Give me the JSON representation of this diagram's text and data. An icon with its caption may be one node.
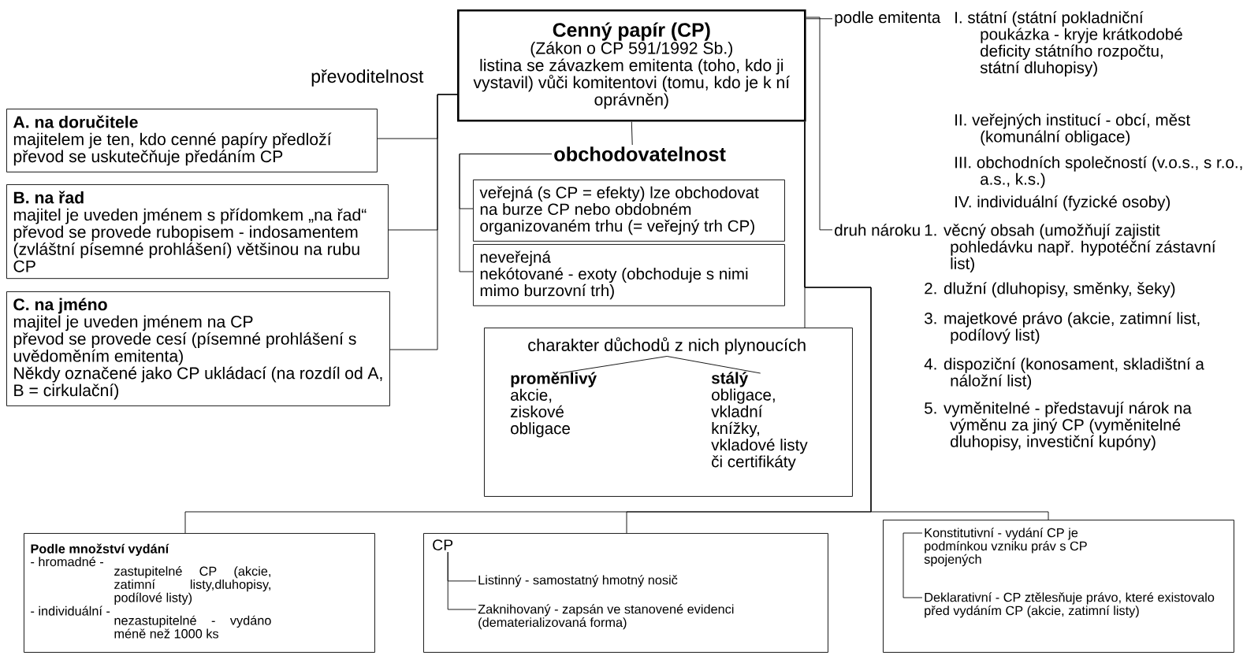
{
  "diagram": {
    "nodes": [
      {
        "text": [
          "Cenný papír (CP)",
          "(Zákon o CP 591/1992 Sb.)",
          "listina se závazkem emitenta (toho, kdo ji vystavil) vůči komitentovi (tomu, kdo je k ní oprávněn)"
        ]
      },
      {
        "text": [
          "A. na doručitele",
          "majitelem je ten, kdo cenné papíry předloží",
          "převod se uskutečňuje předáním CP"
        ]
      },
      {
        "text": [
          "B. na řad",
          "majitel je uveden jménem s přídomkem „na řad“ převod se provede rubopisem - indosamentem (zvláštní písemné prohlášení) většinou na rubu CP"
        ]
      },
      {
        "text": [
          "C. na jméno",
          "majitel je uveden jménem na CP",
          "převod se provede cesí (písemné prohlášení s uvědoměním emitenta)",
          "Někdy označené jako CP ukládací (na rozdíl od A, B = cirkulační)"
        ]
      },
      {
        "text": [
          "obchodovatelnost"
        ]
      },
      {
        "text": [
          "veřejná (s CP = efekty) lze obchodovat na burze CP nebo obdobném organizovaném trhu (= veřejný trh CP)"
        ]
      },
      {
        "text": [
          "neveřejná",
          "nekótované - exoty (obchoduje s nimi mimo burzovní trh)"
        ]
      },
      {
        "text": [
          "podle emitenta"
        ],
        "beside": [
          "I. státní (státní pokladniční poukázka - kryje krátkodobé deficity státního rozpočtu, státní dluhopisy)",
          "II. veřejných institucí - obcí, měst (komunální obligace)",
          "III. obchodních společností (v.o.s., s r.o., a.s., k.s.)",
          "IV. individuální (fyzické osoby)"
        ]
      },
      {
        "text": [
          "druh nároku"
        ],
        "beside": [
          "1. věcný obsah (umožňují zajistit pohledávku např. hypotéční zástavní list)",
          "2. dlužní (dluhopisy, směnky, šeky)",
          "3. majetkové právo (akcie, zatimní list, podílový list)",
          "4. dispoziční (konosament, skladištní a náložní list)",
          "5. vyměnitelné - představují nárok na výměnu za jiný CP (vyměnitelné dluhopisy, investiční kupóny)"
        ]
      },
      {
        "text": [],
        "shape": "box"
      },
      {
        "text": [
          "charakter důchodů z nich plynoucích"
        ],
        "in": 9
      },
      {
        "text": [
          "proměnlivý",
          "akcie, ziskové obligace"
        ],
        "in": 9
      },
      {
        "text": [
          "stálý",
          "obligace, vkladní knížky, vkladové listy či certifikáty"
        ],
        "in": 9
      },
      {
        "text": [
          "Podle množství vydání",
          "- hromadné -",
          "zastupitelné CP (akcie, zatimní listy,dluhopisy, podílové listy)",
          "- individuální -",
          "nezastupitelné - vydáno méně než 1000 ks"
        ]
      },
      {
        "text": [],
        "shape": "box"
      },
      {
        "text": [
          "CP"
        ],
        "in": 14
      },
      {
        "text": [
          "Listinný - samostatný hmotný nosič"
        ],
        "in": 14
      },
      {
        "text": [
          "Zaknihovaný - zapsán ve stanovené evidenci (dematerializovaná forma)"
        ],
        "in": 14
      },
      {
        "text": [],
        "shape": "box"
      },
      {
        "text": [
          "Konstitutivní - vydání CP je podmínkou vzniku práv s CP spojených"
        ],
        "in": 18
      },
      {
        "text": [
          "Deklarativní - CP ztělesňuje právo, které existovalo před vydáním CP (akcie, zatimní listy)"
        ],
        "in": 18
      }
    ],
    "edges": [
      {
        "from": 0,
        "to": 1,
        "arrow": "none"
      },
      {
        "from": 0,
        "to": 2,
        "arrow": "none"
      },
      {
        "from": 0,
        "to": 3,
        "arrow": "none"
      },
      {
        "from": 0,
        "to": 4,
        "arrow": "none"
      },
      {
        "from": 4,
        "to": 5,
        "arrow": "none"
      },
      {
        "from": 4,
        "to": 6,
        "arrow": "none"
      },
      {
        "from": 0,
        "to": 7,
        "arrow": "none"
      },
      {
        "from": 0,
        "to": 8,
        "arrow": "none"
      },
      {
        "from": 0,
        "to": 9,
        "arrow": "none"
      },
      {
        "from": 0,
        "to": 13,
        "arrow": "none"
      },
      {
        "from": 0,
        "to": 14,
        "arrow": "none"
      },
      {
        "from": 0,
        "to": 18,
        "arrow": "none"
      },
      {
        "from": 10,
        "to": 11,
        "arrow": "none"
      },
      {
        "from": 10,
        "to": 12,
        "arrow": "none"
      },
      {
        "from": 15,
        "to": 16,
        "arrow": "none"
      },
      {
        "from": 15,
        "to": 17,
        "arrow": "none"
      },
      {
        "from": 19,
        "to": 20,
        "arrow": "none"
      }
    ],
    "labels": [
      "převoditelnost"
    ]
  }
}
